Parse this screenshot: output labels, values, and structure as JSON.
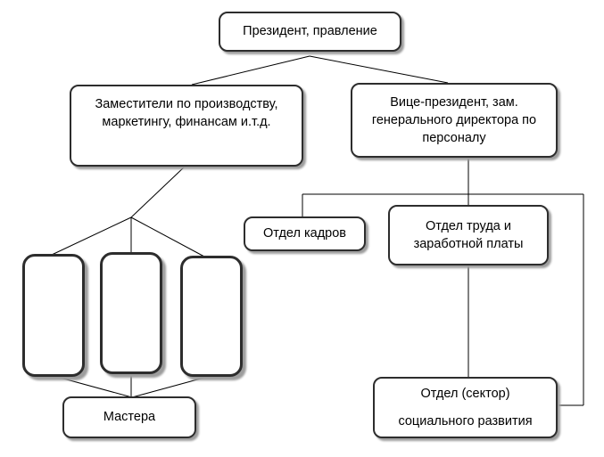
{
  "diagram": {
    "type": "org-chart",
    "language": "ru",
    "nodes": {
      "president": {
        "label": "Президент, правление"
      },
      "deputies": {
        "lines": [
          "Заместители по производству,",
          "маркетингу, финансам и.т.д."
        ]
      },
      "vice_president": {
        "lines": [
          "Вице-президент, зам.",
          "генерального директора по",
          "персоналу"
        ]
      },
      "hr_department": {
        "label": "Отдел кадров"
      },
      "labor_wages": {
        "lines": [
          "Отдел труда и",
          "заработной платы"
        ]
      },
      "social_development": {
        "lines": [
          "Отдел (сектор)",
          "социального развития"
        ]
      },
      "masters": {
        "label": "Мастера"
      },
      "empty_units": {
        "count": 3,
        "label": ""
      }
    },
    "colors": {
      "background": "#ffffff",
      "node_fill": "#ffffff",
      "node_border": "#2d2d2d",
      "node_shadow": "#9d9d9d",
      "connector": "#000000",
      "text": "#000000"
    }
  }
}
